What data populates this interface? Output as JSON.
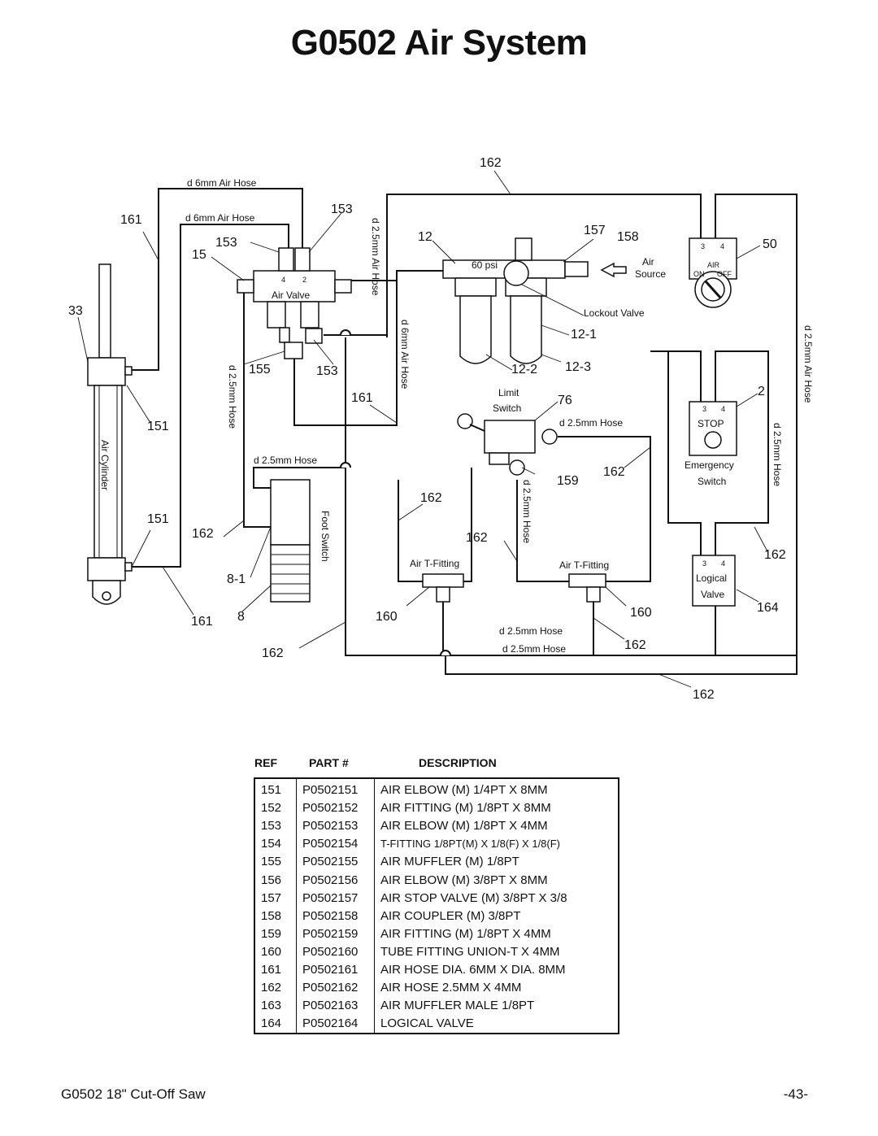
{
  "title": "G0502 Air System",
  "diagram": {
    "callouts": [
      "162",
      "161",
      "153",
      "153",
      "15",
      "12",
      "157",
      "158",
      "50",
      "33",
      "155",
      "153",
      "161",
      "12-1",
      "12-2",
      "12-3",
      "2",
      "151",
      "76",
      "162",
      "159",
      "162",
      "162",
      "151",
      "162",
      "8-1",
      "162",
      "160",
      "160",
      "164",
      "161",
      "8",
      "162",
      "162",
      "162"
    ],
    "labels": {
      "hose_6mm_top": "d 6mm Air Hose",
      "hose_6mm_mid": "d 6mm Air Hose",
      "hose_25_vertical_valve": "d 2.5mm Air Hose",
      "hose_6mm_vertical": "d 6mm Air Hose",
      "hose_25_vertical_left": "d 2.5mm Hose",
      "hose_25_left": "d 2.5mm Hose",
      "hose_25_limit": "d 2.5mm Hose",
      "hose_25_vertical_center": "d 2.5mm Hose",
      "hose_25_bottom_1": "d 2.5mm Hose",
      "hose_25_bottom_2": "d 2.5mm Hose",
      "hose_25_vertical_right": "d 2.5mm Hose",
      "hose_25_vertical_far_right": "d 2.5mm Air Hose",
      "air_valve": "Air Valve",
      "valve_port_4": "4",
      "valve_port_2": "2",
      "gauge": "60 psi",
      "air_source_1": "Air",
      "air_source_2": "Source",
      "lockout_valve": "Lockout Valve",
      "lockout_port_3": "3",
      "lockout_port_4": "4",
      "lockout_air": "AIR",
      "lockout_on": "ON",
      "lockout_off": "OFF",
      "limit_switch_1": "Limit",
      "limit_switch_2": "Switch",
      "stop_port_3": "3",
      "stop_port_4": "4",
      "stop": "STOP",
      "emergency_1": "Emergency",
      "emergency_2": "Switch",
      "logical_port_3": "3",
      "logical_port_4": "4",
      "logical_1": "Logical",
      "logical_2": "Valve",
      "air_cylinder": "Air Cylinder",
      "foot_switch": "Foot Switch",
      "t_fitting_left": "Air T-Fitting",
      "t_fitting_right": "Air T-Fitting"
    }
  },
  "parts_table": {
    "headers": [
      "REF",
      "PART #",
      "DESCRIPTION"
    ],
    "rows": [
      [
        "151",
        "P0502151",
        "AIR ELBOW (M) 1/4PT X 8MM"
      ],
      [
        "152",
        "P0502152",
        "AIR FITTING (M) 1/8PT X 8MM"
      ],
      [
        "153",
        "P0502153",
        "AIR ELBOW (M) 1/8PT X 4MM"
      ],
      [
        "154",
        "P0502154",
        "T-FITTING 1/8PT(M) X 1/8(F) X 1/8(F)"
      ],
      [
        "155",
        "P0502155",
        "AIR MUFFLER (M) 1/8PT"
      ],
      [
        "156",
        "P0502156",
        "AIR ELBOW (M) 3/8PT X 8MM"
      ],
      [
        "157",
        "P0502157",
        "AIR STOP VALVE (M) 3/8PT X 3/8"
      ],
      [
        "158",
        "P0502158",
        "AIR COUPLER (M) 3/8PT"
      ],
      [
        "159",
        "P0502159",
        "AIR FITTING (M) 1/8PT X 4MM"
      ],
      [
        "160",
        "P0502160",
        "TUBE FITTING UNION-T X 4MM"
      ],
      [
        "161",
        "P0502161",
        "AIR HOSE DIA. 6MM X DIA. 8MM"
      ],
      [
        "162",
        "P0502162",
        "AIR HOSE 2.5MM X 4MM"
      ],
      [
        "163",
        "P0502163",
        "AIR MUFFLER MALE 1/8PT"
      ],
      [
        "164",
        "P0502164",
        "LOGICAL VALVE"
      ]
    ]
  },
  "footer": {
    "left": "G0502 18\" Cut-Off Saw",
    "right": "-43-"
  }
}
